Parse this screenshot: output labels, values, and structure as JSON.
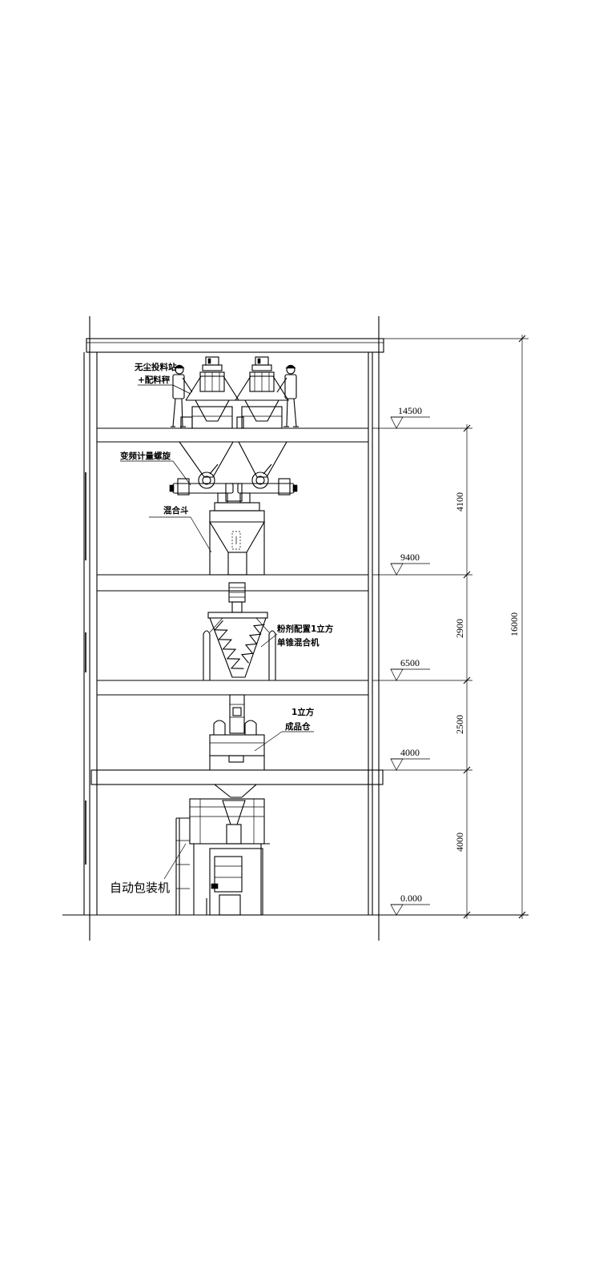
{
  "labels": {
    "feeding_station_line1": "无尘投料站",
    "feeding_station_line2": "+配料秤",
    "metering_screw": "变频计量螺旋",
    "mixing_hopper": "混合斗",
    "mixer_line1": "粉剂配置1立方",
    "mixer_line2": "单锥混合机",
    "product_bin_line1": "1立方",
    "product_bin_line2": "成品仓",
    "packing_machine": "自动包装机"
  },
  "elevations": [
    "14500",
    "9400",
    "6500",
    "4000",
    "0.000"
  ],
  "dimensions": {
    "seg_1": "4100",
    "seg_2": "2900",
    "seg_3": "2500",
    "seg_4": "4000",
    "total": "16000"
  },
  "colors": {
    "line": "#000000",
    "background": "#ffffff"
  }
}
